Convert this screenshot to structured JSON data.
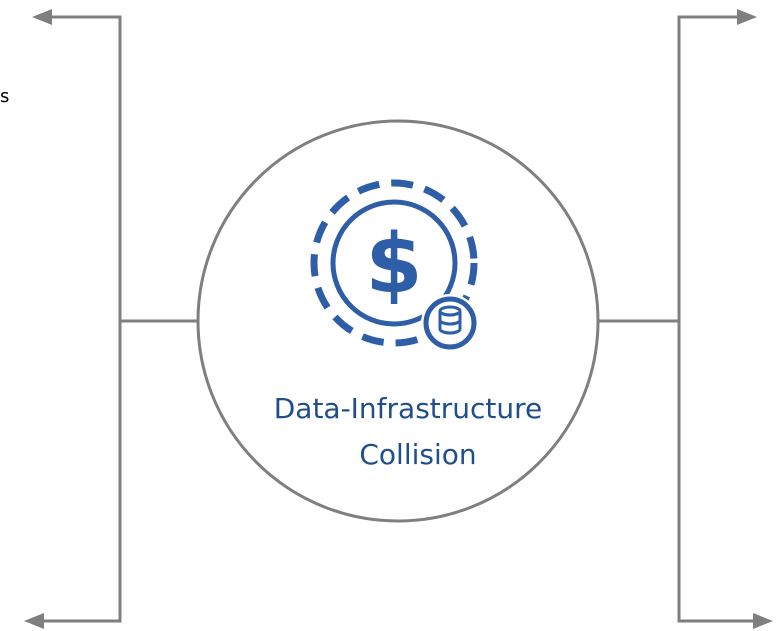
{
  "center_node": {
    "label_line1": "Data-Infrastructure",
    "label_line2": "Collision",
    "icon": "dollar-coin-database-icon",
    "icon_symbol": "$"
  },
  "left_fragment": {
    "text": "s"
  },
  "colors": {
    "connector": "#7f7f7f",
    "label": "#1f4e8c",
    "icon": "#2e5ea8"
  }
}
